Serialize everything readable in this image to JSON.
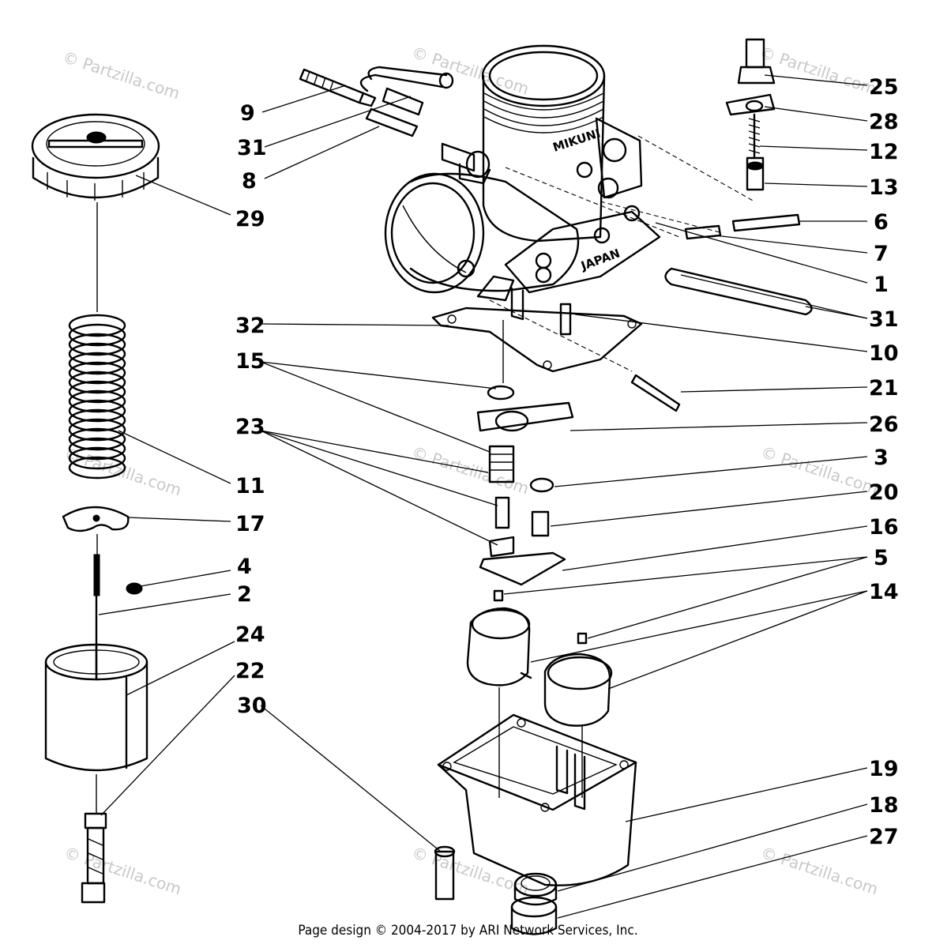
{
  "watermark": "© Partzilla.com",
  "stamps": {
    "brand": "MIKUNI",
    "origin": "JAPAN"
  },
  "callouts": {
    "n1": "1",
    "n2": "2",
    "n3": "3",
    "n4": "4",
    "n5": "5",
    "n6": "6",
    "n7": "7",
    "n8": "8",
    "n9": "9",
    "n10": "10",
    "n11": "11",
    "n12": "12",
    "n13": "13",
    "n14": "14",
    "n15": "15",
    "n16": "16",
    "n17": "17",
    "n18": "18",
    "n19": "19",
    "n20": "20",
    "n21": "21",
    "n22": "22",
    "n23": "23",
    "n24": "24",
    "n25": "25",
    "n26": "26",
    "n27": "27",
    "n28": "28",
    "n29": "29",
    "n30": "30",
    "n31a": "31",
    "n31b": "31",
    "n32": "32"
  },
  "footer": "Page design © 2004-2017 by ARI Network Services, Inc."
}
